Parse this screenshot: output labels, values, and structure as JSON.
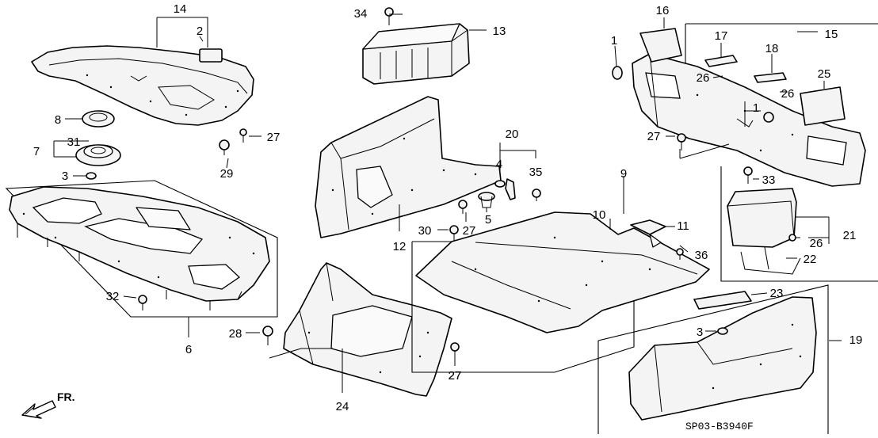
{
  "diagram_code": "SP03-B3940F",
  "direction_label": "FR.",
  "callouts": [
    "14",
    "2",
    "8",
    "31",
    "7",
    "3",
    "29",
    "27",
    "6",
    "32",
    "34",
    "13",
    "12",
    "20",
    "4",
    "35",
    "5",
    "27",
    "30",
    "27",
    "28",
    "24",
    "16",
    "17",
    "15",
    "1",
    "18",
    "26",
    "26",
    "25",
    "1",
    "27",
    "33",
    "21",
    "26",
    "22",
    "9",
    "10",
    "11",
    "36",
    "3",
    "23",
    "19",
    "27"
  ],
  "icons": {
    "direction": "front-direction-arrow-icon",
    "clip": "push-clip-icon",
    "grommet": "grommet-icon"
  }
}
